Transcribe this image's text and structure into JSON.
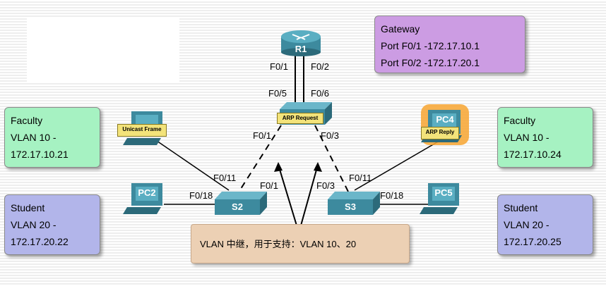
{
  "router": {
    "label": "R1",
    "port_left": "F0/1",
    "port_right": "F0/2"
  },
  "gateway": {
    "title": "Gateway",
    "line1": "Port F0/1 -172.17.10.1",
    "line2": "Port F0/2 -172.17.20.1"
  },
  "s1": {
    "port_left_top": "F0/5",
    "port_right_top": "F0/6",
    "port_left_bottom": "F0/1",
    "port_right_bottom": "F0/3",
    "frame": "ARP Request"
  },
  "s2": {
    "label": "S2",
    "port_f011": "F0/11",
    "port_f018": "F0/18",
    "port_f01": "F0/1"
  },
  "s3": {
    "label": "S3",
    "port_f03": "F0/3",
    "port_f011": "F0/11",
    "port_f018": "F0/18"
  },
  "pc2": {
    "label": "PC2"
  },
  "pc4": {
    "label": "PC4",
    "frame": "ARP Reply"
  },
  "pc5": {
    "label": "PC5"
  },
  "pc_left_top": {
    "frame": "Unicast Frame"
  },
  "left_faculty": {
    "line1": "Faculty",
    "line2": "VLAN 10 -",
    "line3": "172.17.10.21"
  },
  "left_student": {
    "line1": "Student",
    "line2": "VLAN 20 -",
    "line3": "172.17.20.22"
  },
  "right_faculty": {
    "line1": "Faculty",
    "line2": "VLAN 10 -",
    "line3": "172.17.10.24"
  },
  "right_student": {
    "line1": "Student",
    "line2": "VLAN 20 -",
    "line3": "172.17.20.25"
  },
  "trunk_note": "VLAN 中继，用于支持：VLAN 10、20",
  "colors": {
    "faculty": "#a6f2c2",
    "student": "#b2b5ea",
    "gateway": "#cc9ce3",
    "device": "#3d8a9e",
    "note": "#ecd0b4"
  }
}
